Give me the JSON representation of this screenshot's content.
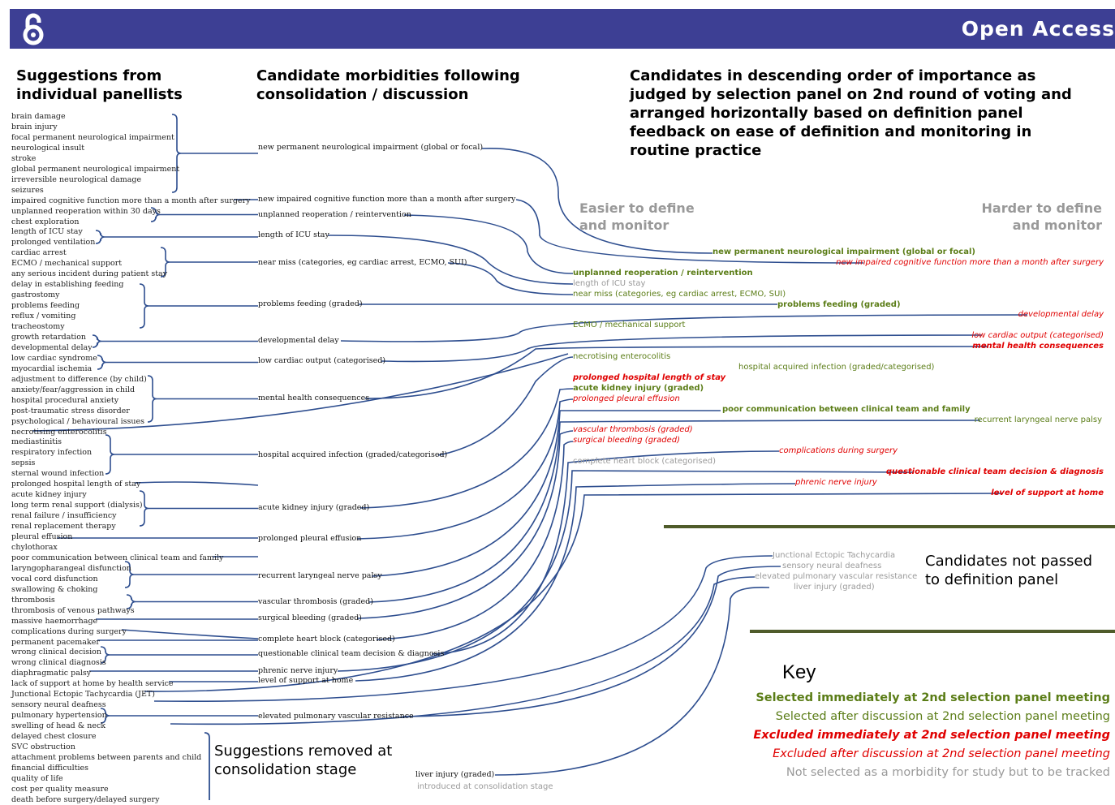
{
  "banner": {
    "title": "Open Access",
    "logo": "open-access-lock-icon"
  },
  "headings": {
    "suggestions": "Suggestions from individual panellists",
    "candidates": "Candidate morbidities following consolidation / discussion",
    "ranked": "Candidates in descending order of importance as judged by selection panel on 2nd round of voting and arranged horizontally based on definition panel feedback on ease of definition and monitoring in routine practice"
  },
  "easier": "Easier to define and monitor",
  "harder": "Harder to define and monitor",
  "suggestions": [
    "brain damage",
    "brain injury",
    "focal permanent neurological impairment",
    "neurological insult",
    "stroke",
    "global permanent neurological impairment",
    "irreversible neurological damage",
    "seizures",
    "impaired cognitive function more than a month after surgery",
    "unplanned reoperation within 30 days",
    "chest exploration",
    "length of ICU stay",
    "prolonged ventilation",
    "cardiac arrest",
    "ECMO / mechanical support",
    "any serious incident during patient stay",
    "delay in establishing feeding",
    "gastrostomy",
    "problems feeding",
    "reflux / vomiting",
    "tracheostomy",
    "growth retardation",
    "developmental delay",
    "low cardiac syndrome",
    "myocardial ischemia",
    "adjustment to difference (by child)",
    "anxiety/fear/aggression in child",
    "hospital procedural anxiety",
    "post-traumatic stress disorder",
    "psychological / behavioural issues",
    "necrotising enterocolitis",
    "mediastinitis",
    "respiratory infection",
    "sepsis",
    "sternal wound infection",
    "prolonged hospital length of stay",
    "acute kidney injury",
    "long term renal support (dialysis)",
    "renal failure / insufficiency",
    "renal replacement therapy",
    "pleural effusion",
    "chylothorax",
    "poor communication between clinical team and family",
    "laryngopharangeal disfunction",
    "vocal cord disfunction",
    "swallowing & choking",
    "thrombosis",
    "thrombosis of venous pathways",
    "massive haemorrhage",
    "complications during surgery",
    "permanent pacemaker",
    "wrong clinical decision",
    "wrong clinical diagnosis",
    "diaphragmatic palsy",
    "lack of support at home by health service",
    "Junctional Ectopic Tachycardia (JET)",
    "sensory neural deafness",
    "pulmonary hypertension",
    "swelling of head & neck",
    "delayed chest closure",
    "SVC obstruction",
    "attachment problems between parents and child",
    "financial difficulties",
    "quality of life",
    "cost per quality measure",
    "death before surgery/delayed surgery"
  ],
  "candidates": [
    "new permanent neurological impairment (global or focal)",
    "new impaired cognitive function more than a month after surgery",
    "unplanned reoperation / reintervention",
    "length of ICU stay",
    "near miss (categories, eg cardiac arrest, ECMO, SUI)",
    "problems feeding (graded)",
    "developmental delay",
    "low cardiac output (categorised)",
    "mental health consequences",
    "hospital acquired infection (graded/categorised)",
    "acute kidney injury (graded)",
    "prolonged pleural effusion",
    "recurrent laryngeal nerve palsy",
    "vascular thrombosis (graded)",
    "surgical bleeding (graded)",
    "complete heart block (categorised)",
    "questionable clinical team decision & diagnosis",
    "phrenic nerve injury",
    "level of support at home",
    "elevated pulmonary vascular resistance",
    "liver injury (graded)"
  ],
  "introduced_note": "introduced at consolidation stage",
  "ranked": [
    {
      "text": "new permanent neurological impairment (global or focal)",
      "cls": "g1"
    },
    {
      "text": "new impaired cognitive function more than a month after surgery",
      "cls": "r2"
    },
    {
      "text": "unplanned reoperation / reintervention",
      "cls": "g1"
    },
    {
      "text": "length of ICU stay",
      "cls": "gy"
    },
    {
      "text": "near miss (categories, eg cardiac arrest, ECMO, SUI)",
      "cls": "g2"
    },
    {
      "text": "problems feeding (graded)",
      "cls": "g1"
    },
    {
      "text": "developmental delay",
      "cls": "r2"
    },
    {
      "text": "ECMO / mechanical support",
      "cls": "g2"
    },
    {
      "text": "low cardiac output (categorised)",
      "cls": "r2"
    },
    {
      "text": "mental health consequences",
      "cls": "r1"
    },
    {
      "text": "necrotising enterocolitis",
      "cls": "g2"
    },
    {
      "text": "hospital acquired infection (graded/categorised)",
      "cls": "g2"
    },
    {
      "text": "prolonged hospital length of stay",
      "cls": "r1"
    },
    {
      "text": "acute kidney injury (graded)",
      "cls": "g1"
    },
    {
      "text": "prolonged pleural effusion",
      "cls": "r2"
    },
    {
      "text": "poor communication between clinical team and family",
      "cls": "g1"
    },
    {
      "text": "recurrent laryngeal nerve palsy",
      "cls": "g2"
    },
    {
      "text": "vascular thrombosis (graded)",
      "cls": "r2"
    },
    {
      "text": "surgical bleeding (graded)",
      "cls": "r2"
    },
    {
      "text": "complications during surgery",
      "cls": "r2"
    },
    {
      "text": "complete heart block (categorised)",
      "cls": "gy"
    },
    {
      "text": "questionable clinical team decision & diagnosis",
      "cls": "r1"
    },
    {
      "text": "phrenic nerve injury",
      "cls": "r2"
    },
    {
      "text": "level of support at home",
      "cls": "r1"
    }
  ],
  "not_passed": {
    "title": "Candidates not passed to definition panel",
    "items": [
      "Junctional Ectopic Tachycardia",
      "sensory neural deafness",
      "elevated pulmonary vascular resistance",
      "liver injury (graded)"
    ]
  },
  "removed_label": "Suggestions removed at consolidation stage",
  "key": {
    "title": "Key",
    "items": [
      {
        "text": "Selected immediately at 2nd selection panel meeting",
        "cls": "g1"
      },
      {
        "text": "Selected after discussion at 2nd selection panel meeting",
        "cls": "g2"
      },
      {
        "text": "Excluded immediately at 2nd selection panel meeting",
        "cls": "r1"
      },
      {
        "text": "Excluded after discussion at 2nd selection panel meeting",
        "cls": "r2"
      },
      {
        "text": "Not selected as a morbidity for study but to be tracked",
        "cls": "gy"
      }
    ]
  },
  "colors": {
    "banner": "#3d3f94",
    "line": "#2e4e8f",
    "divider": "#4f5b2a",
    "selected": "#5b7d17",
    "excluded": "#e00000",
    "tracked": "#9a9a9a"
  }
}
